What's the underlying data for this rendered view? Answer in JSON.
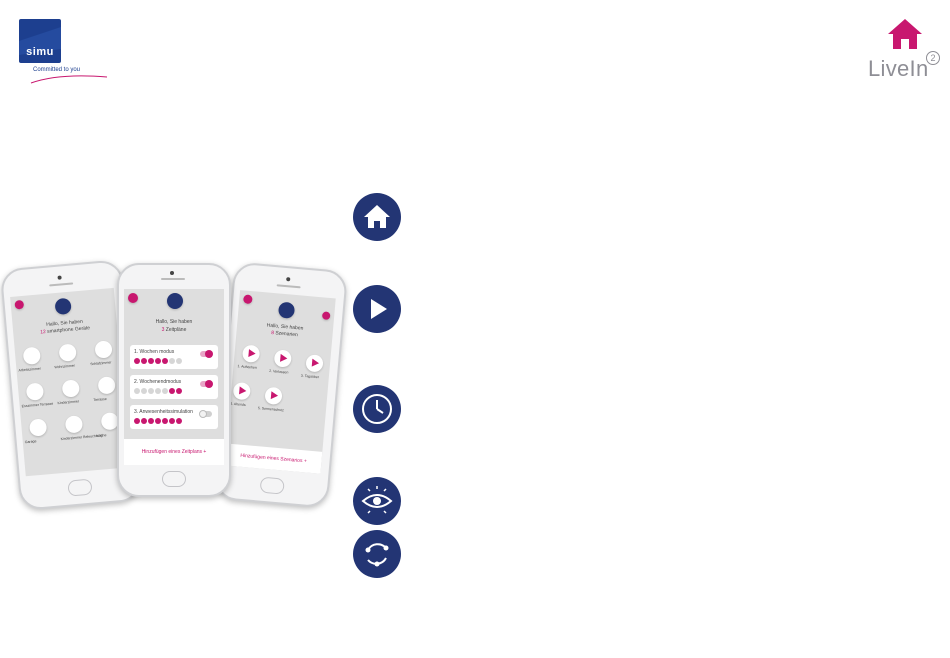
{
  "brand": {
    "simu_logo_text": "simu",
    "simu_tagline": "Committed to you",
    "livein_text": "LiveIn",
    "livein_superscript": "2"
  },
  "colors": {
    "navy": "#233574",
    "accent": "#c8176f",
    "simu_blue": "#1d3f8f",
    "livein_home": "#c8176f"
  },
  "feature_icons": [
    "house-icon",
    "play-icon",
    "clock-icon",
    "eye-icon",
    "sync-icon"
  ],
  "phone_left": {
    "greeting": "Hallo, Sie haben",
    "count": "12",
    "count_suffix": "smartphone Geräte",
    "devices": [
      "Arbeitszimmer",
      "Wohnzimmer",
      "Schlafzimmer",
      "Esszimmer Terrasse",
      "Kinderzimmer",
      "Terrasse",
      "Garage",
      "Kinderzimmer Beleuchtung",
      "Küche"
    ]
  },
  "phone_center": {
    "greeting": "Hallo, Sie haben",
    "count": "3",
    "count_suffix": "Zeitpläne",
    "schedules": [
      {
        "title": "1. Wochen modus",
        "on": true
      },
      {
        "title": "2. Wochenendmodus",
        "on": true
      },
      {
        "title": "3. Anwesenheitssimulation",
        "on": false
      }
    ],
    "footer": "Hinzufügen eines Zeitplans +"
  },
  "phone_right": {
    "greeting": "Hallo, Sie haben",
    "count": "8",
    "count_suffix": "Szenarien",
    "scenarios": [
      "1. Aufstehen",
      "2. Verlassen",
      "3. Tagsüber",
      "4. Abends",
      "5. Sonnenschutz"
    ],
    "footer": "Hinzufügen eines Szenarios +"
  }
}
